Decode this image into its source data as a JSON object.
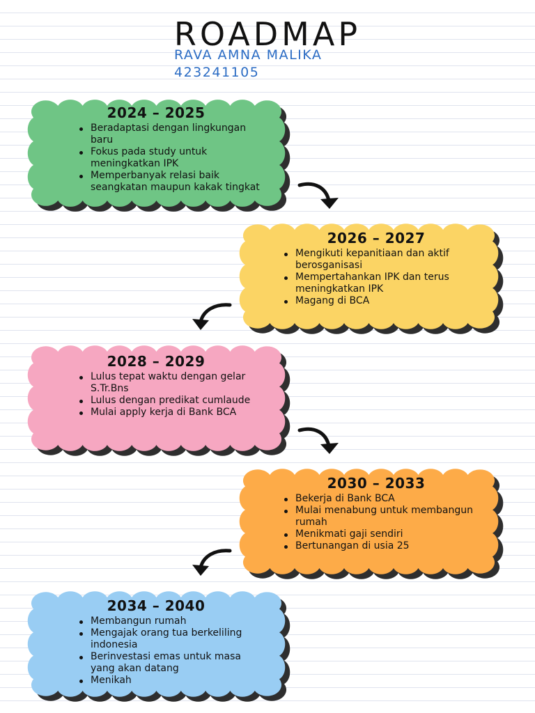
{
  "header": {
    "title": "ROADMAP",
    "name": "RAVA AMNA MALIKA",
    "id_number": "423241105"
  },
  "colors": {
    "green": "#6fc585",
    "yellow": "#fbd464",
    "pink": "#f6a7c1",
    "orange": "#fdab48",
    "blue": "#99cdf3",
    "shadow": "#2e2e2e"
  },
  "periods": [
    {
      "years": "2024 – 2025",
      "color": "green",
      "items": [
        "Beradaptasi dengan lingkungan baru",
        "Fokus pada study untuk meningkatkan IPK",
        "Memperbanyak relasi baik seangkatan maupun kakak tingkat"
      ]
    },
    {
      "years": "2026 – 2027",
      "color": "yellow",
      "items": [
        "Mengikuti kepanitiaan dan aktif berosganisasi",
        "Mempertahankan IPK dan terus meningkatkan IPK",
        "Magang di BCA"
      ]
    },
    {
      "years": "2028 – 2029",
      "color": "pink",
      "items": [
        "Lulus tepat waktu dengan gelar S.Tr.Bns",
        "Lulus dengan predikat cumlaude",
        "Mulai apply kerja di Bank BCA"
      ]
    },
    {
      "years": "2030 – 2033",
      "color": "orange",
      "items": [
        "Bekerja di Bank BCA",
        "Mulai menabung untuk membangun rumah",
        "Menikmati gaji sendiri",
        "Bertunangan di usia 25"
      ]
    },
    {
      "years": "2034 – 2040",
      "color": "blue",
      "items": [
        "Membangun rumah",
        "Mengajak orang tua berkeliling indonesia",
        "Berinvestasi emas untuk masa yang akan datang",
        "Menikah"
      ]
    }
  ]
}
